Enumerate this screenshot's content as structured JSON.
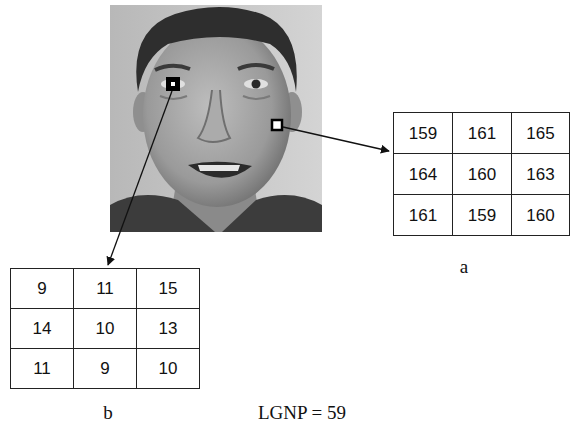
{
  "diagram": {
    "labels": [
      "159",
      "161",
      "165",
      "164",
      "160",
      "163",
      "161",
      "159",
      "160",
      "9",
      "11",
      "15",
      "14",
      "10",
      "13",
      "11",
      "9",
      "10",
      "a",
      "b",
      "LGNP = 59"
    ]
  }
}
